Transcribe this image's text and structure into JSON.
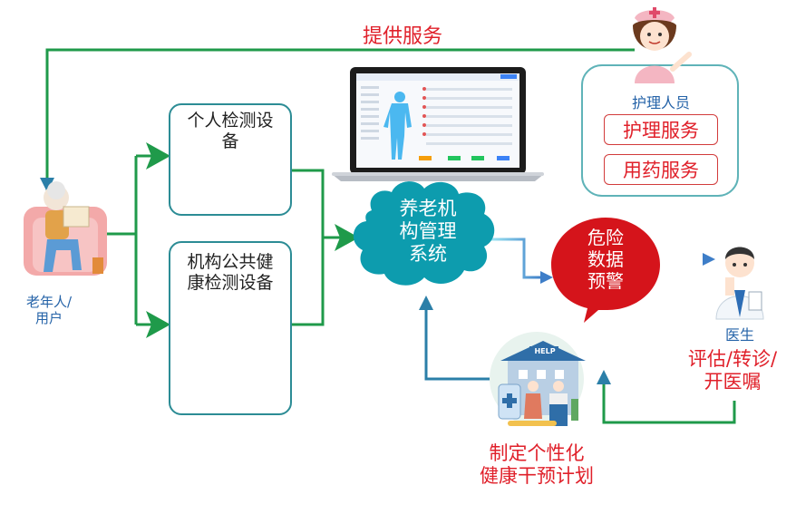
{
  "title_service": "提供服务",
  "elderly": {
    "label_line1": "老年人/",
    "label_line2": "用户"
  },
  "personal_device": {
    "line1": "个人检测设",
    "line2": "备"
  },
  "public_device": {
    "line1": "机构公共健",
    "line2": "康检测设备"
  },
  "cloud": {
    "line1": "养老机",
    "line2": "构管理",
    "line3": "系统"
  },
  "warning": {
    "line1": "危险",
    "line2": "数据",
    "line3": "预警"
  },
  "nurse": {
    "title": "护理人员",
    "service1": "护理服务",
    "service2": "用药服务"
  },
  "doctor": {
    "title": "医生",
    "line1": "评估/转诊/",
    "line2": "开医嘱"
  },
  "plan": {
    "line1": "制定个性化",
    "line2": "健康干预计划",
    "hospital_sign": "HELP"
  },
  "colors": {
    "line_green": "#1f9a4a",
    "arrow_blue": "#2b7fa8",
    "cloud": "#0d9cae",
    "bubble": "#d5141b",
    "box_border": "#2c8c95",
    "text_red": "#e0202a"
  }
}
